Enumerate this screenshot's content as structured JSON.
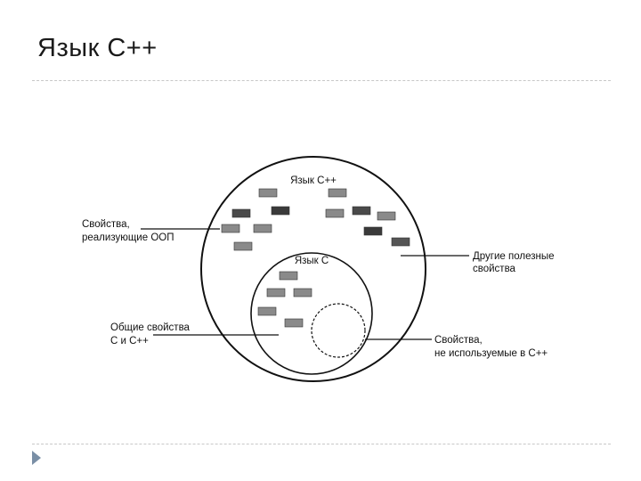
{
  "slide": {
    "title": "Язык С++"
  },
  "diagram": {
    "outer_circle_label": "Язык С++",
    "inner_circle_label": "Язык С",
    "callouts": {
      "oop_features": [
        "Свойства,",
        "реализующие ООП"
      ],
      "other_useful": [
        "Другие полезные",
        "свойства"
      ],
      "common_features": [
        "Общие свойства",
        "С и С++"
      ],
      "unused_in_cpp": [
        "Свойства,",
        "не используемые в С++"
      ]
    }
  },
  "navigation": {
    "next_icon": "triangle-right-icon"
  }
}
